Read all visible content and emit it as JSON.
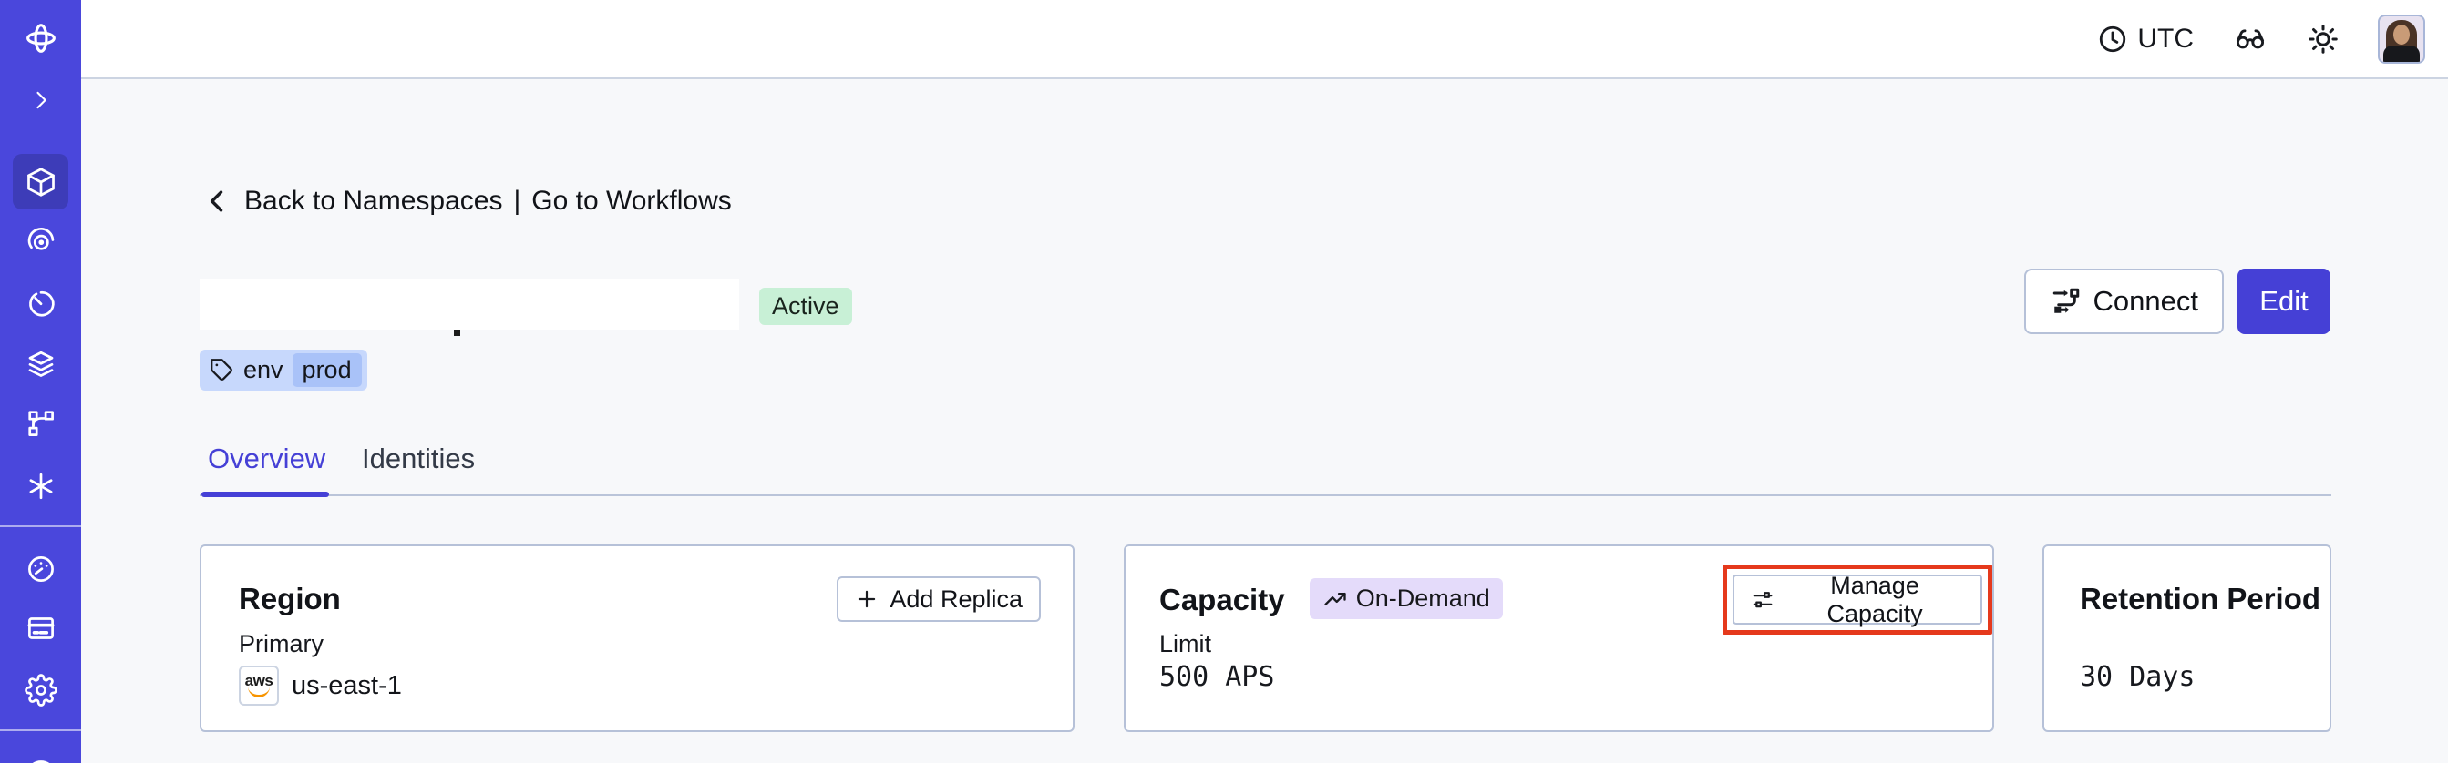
{
  "colors": {
    "sidebar": "#4a47dc",
    "sidebar-active": "#3d3cb8",
    "accent": "#4540d6",
    "annotation": "#e5391c",
    "active-badge-bg": "#c8f0d6",
    "tag-bg": "#c7d8fc",
    "tag-chip-bg": "#a9c2f8",
    "ondemand-bg": "#e4dbfa"
  },
  "sidebar": {
    "icons": [
      "temporal-logo",
      "expand-chevron",
      "namespaces-cube",
      "workflows-spiral",
      "schedules-timer",
      "deployments-layers",
      "batch-branch",
      "nexus-asterisk",
      "usage-gauge",
      "billing-card",
      "settings-gear",
      "partial-circle"
    ]
  },
  "topbar": {
    "timezone": "UTC",
    "icons": [
      "clock",
      "glasses",
      "theme-sun",
      "avatar"
    ]
  },
  "breadcrumb": {
    "back_label": "Back to Namespaces",
    "separator": "|",
    "workflows_label": "Go to Workflows"
  },
  "namespace": {
    "status": "Active",
    "tag_key": "env",
    "tag_value": "prod"
  },
  "actions": {
    "connect_label": "Connect",
    "edit_label": "Edit"
  },
  "tabs": [
    {
      "label": "Overview",
      "active": true
    },
    {
      "label": "Identities",
      "active": false
    }
  ],
  "cards": {
    "region": {
      "title": "Region",
      "button_label": "Add Replica",
      "primary_label": "Primary",
      "provider": "aws",
      "value": "us-east-1"
    },
    "capacity": {
      "title": "Capacity",
      "badge_label": "On-Demand",
      "button_label": "Manage Capacity",
      "limit_label": "Limit",
      "limit_value": "500 APS"
    },
    "retention": {
      "title": "Retention Period",
      "value": "30 Days"
    }
  }
}
